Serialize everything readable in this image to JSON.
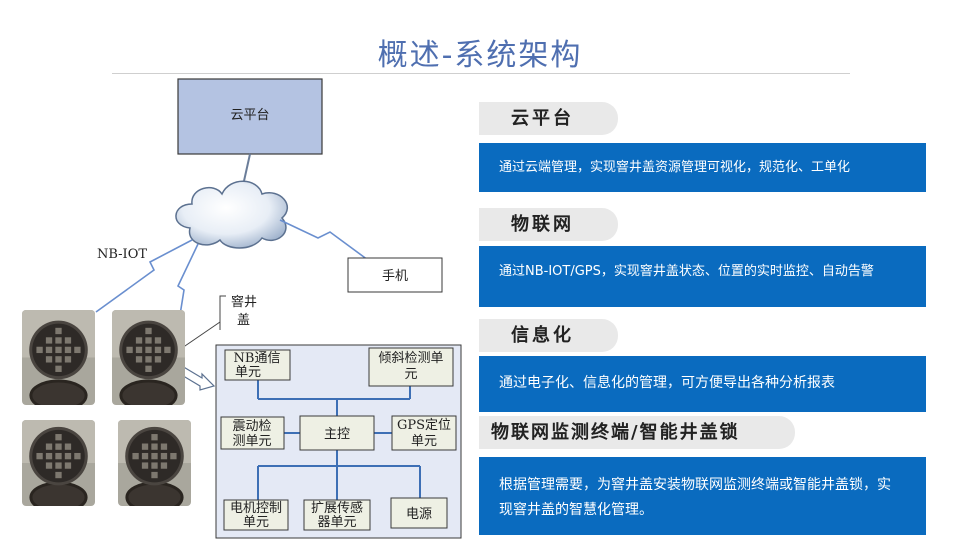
{
  "title": "概述-系统架构",
  "diagram": {
    "cloud_platform": "云平台",
    "link_label": "NB-IOT",
    "phone": "手机",
    "manhole_label_line1": "窨井",
    "manhole_label_line2": "盖",
    "modules": {
      "nb_line1": "NB通信",
      "nb_line2": "单元",
      "tilt_line1": "倾斜检测单",
      "tilt_line2": "元",
      "vib_line1": "震动检",
      "vib_line2": "测单元",
      "main": "主控",
      "gps_line1": "GPS定位",
      "gps_line2": "单元",
      "motor_line1": "电机控制",
      "motor_line2": "单元",
      "ext_line1": "扩展传感",
      "ext_line2": "器单元",
      "power": "电源"
    }
  },
  "panels": [
    {
      "heading": "云平台",
      "text": "通过云端管理，实现窨井盖资源管理可视化，规范化、工单化"
    },
    {
      "heading": "物联网",
      "text": "通过NB-IOT/GPS，实现窨井盖状态、位置的实时监控、自动告警"
    },
    {
      "heading": "信息化",
      "text": "通过电子化、信息化的管理，可方便导出各种分析报表"
    },
    {
      "heading": "物联网监测终端/智能井盖锁",
      "text": "根据管理需要，为窨井盖安装物联网监测终端或智能井盖锁，实现窨井盖的智慧化管理。"
    }
  ],
  "colors": {
    "accent_blue": "#0a6bbf",
    "title_blue": "#4f6fb0",
    "header_gray": "#e9e9e9",
    "box_fill": "#b4c3e2",
    "module_fill": "#eef0e4"
  }
}
